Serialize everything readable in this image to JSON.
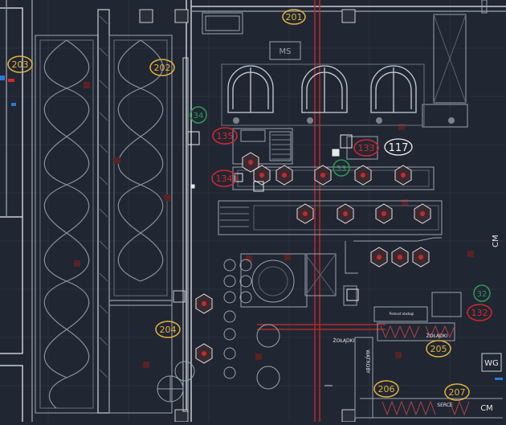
{
  "colors": {
    "background": "#202733",
    "line": "#9aa3ad",
    "line_dim": "#5b6470",
    "red": "#d9262b",
    "red_dark": "#6b2424",
    "yellow": "#e6b23a",
    "green": "#2f9a55",
    "white": "#f2f2f2"
  },
  "room_labels": {
    "r201": "201",
    "r202": "202",
    "r203": "203",
    "r204": "204",
    "r205": "205",
    "r206": "206",
    "r207": "207"
  },
  "red_tags": {
    "t135": "135",
    "t134": "134",
    "t133": "133",
    "t132": "132"
  },
  "green_tags": {
    "g34": "34",
    "g33": "33",
    "g32": "32"
  },
  "white_tags": {
    "w117": "117"
  },
  "text_labels": {
    "ms": "MS",
    "cm_right": "CM",
    "cm_bottom": "CM",
    "wg": "WG",
    "zoladki_left": "ŻOŁĄDKI",
    "zoladki_right": "ŻOŁĄDKI",
    "watroby": "WĄTROBY",
    "serce": "SERCE",
    "small_caption": "Pomost obsługi"
  }
}
